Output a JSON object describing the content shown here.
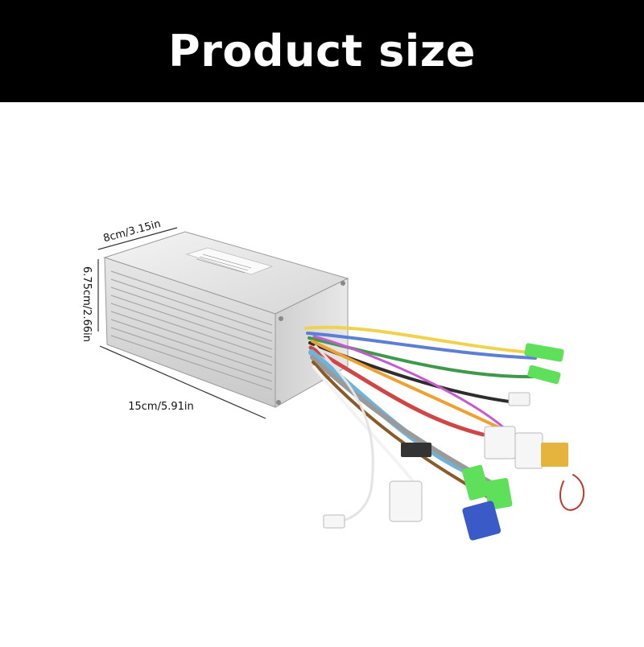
{
  "header": {
    "title": "Product size"
  },
  "dimensions": {
    "width": "8cm/3.15in",
    "height": "6.75cm/2.66in",
    "length": "15cm/5.91in"
  },
  "product": {
    "icon": "motor-controller-image"
  },
  "colors": {
    "banner": "#000000",
    "title_text": "#ffffff"
  }
}
